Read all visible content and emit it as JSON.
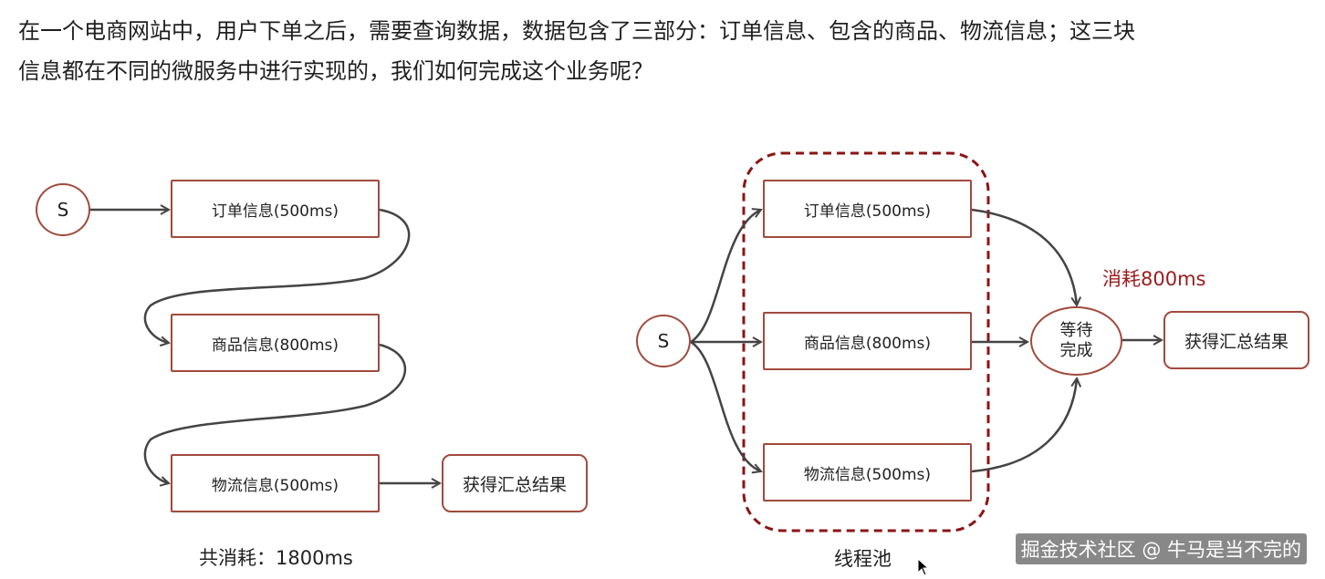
{
  "intro": {
    "line1": "在一个电商网站中，用户下单之后，需要查询数据，数据包含了三部分：订单信息、包含的商品、物流信息；这三块",
    "line2": "信息都在不同的微服务中进行实现的，我们如何完成这个业务呢？"
  },
  "left_diagram": {
    "start": "S",
    "steps": [
      "订单信息(500ms)",
      "商品信息(800ms)",
      "物流信息(500ms)"
    ],
    "result": "获得汇总结果",
    "total": "共消耗：1800ms"
  },
  "right_diagram": {
    "start": "S",
    "steps": [
      "订单信息(500ms)",
      "商品信息(800ms)",
      "物流信息(500ms)"
    ],
    "wait_line1": "等待",
    "wait_line2": "完成",
    "result": "获得汇总结果",
    "cost": "消耗800ms",
    "pool_label": "线程池"
  },
  "watermark": "掘金技术社区 @ 牛马是当不完的",
  "colors": {
    "box_border": "#a04a3c",
    "arrow": "#444444",
    "pool_border": "#8b1414",
    "cost_text": "#9b1c1c"
  }
}
